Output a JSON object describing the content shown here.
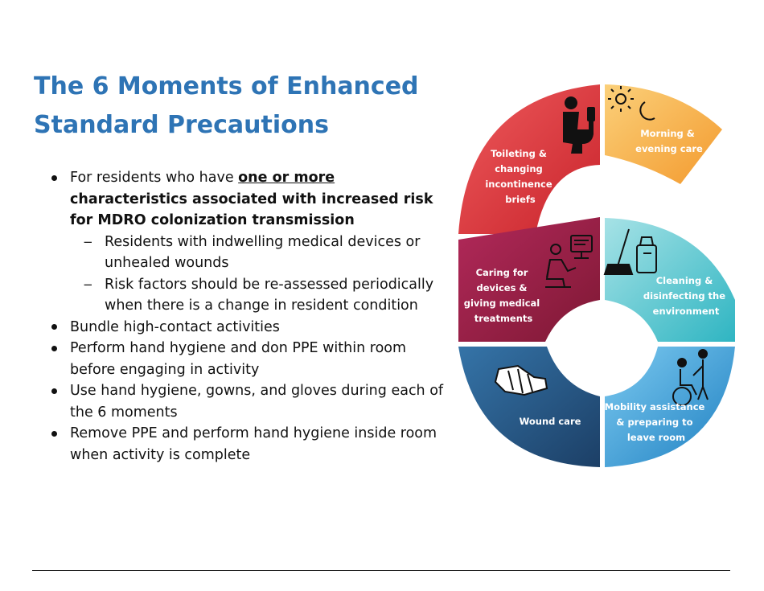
{
  "title": {
    "line1": "The 6 Moments of Enhanced",
    "line2": "Standard Precautions"
  },
  "bullets": {
    "b1_pre": "For residents who have ",
    "b1_emph": "one or more",
    "b1_post": " characteristics associated with increased risk for MDRO colonization transmission",
    "sub1": "Residents with indwelling medical devices or unhealed wounds",
    "sub2": "Risk factors should be re-assessed periodically when there is a change in resident condition",
    "b2": "Bundle high-contact activities",
    "b3": "Perform hand hygiene and don PPE within room before engaging in activity",
    "b4": "Use hand hygiene, gowns, and gloves during each of the 6 moments",
    "b5": "Remove PPE and perform hand hygiene inside room when activity is complete"
  },
  "graphic": {
    "moments": [
      {
        "line1": "Toileting &",
        "line2": "changing",
        "line3": "incontinence",
        "line4": "briefs",
        "icon": "toilet-icon",
        "color": "#e2363a"
      },
      {
        "line1": "Morning &",
        "line2": "evening care",
        "icon": "sun-moon-icon",
        "color": "#f7a33a"
      },
      {
        "line1": "Caring for",
        "line2": "devices &",
        "line3": "giving medical",
        "line4": "treatments",
        "icon": "computer-user-icon",
        "color": "#9c2045"
      },
      {
        "line1": "Cleaning &",
        "line2": "disinfecting the",
        "line3": "environment",
        "icon": "cleaning-icon",
        "color": "#3fbfc9"
      },
      {
        "line1": "Wound care",
        "icon": "bandaged-foot-icon",
        "color": "#2a5f94"
      },
      {
        "line1": "Mobility assistance",
        "line2": "& preparing to",
        "line3": "leave room",
        "icon": "wheelchair-assist-icon",
        "color": "#2b92d0"
      }
    ]
  }
}
